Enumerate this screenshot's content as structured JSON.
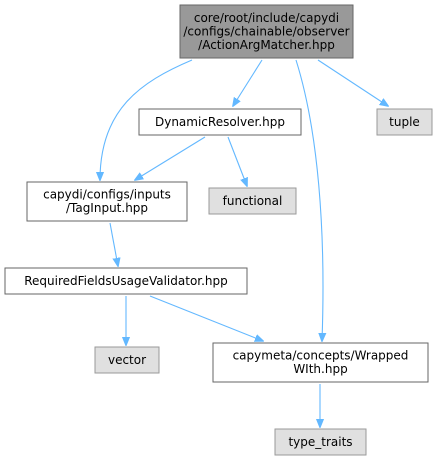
{
  "graph": {
    "nodes": [
      {
        "id": "action",
        "lines": [
          "core/root/include/capydi",
          "/configs/chainable/observer",
          "/ActionArgMatcher.hpp"
        ],
        "style": "root"
      },
      {
        "id": "dynamic",
        "lines": [
          "DynamicResolver.hpp"
        ],
        "style": "file"
      },
      {
        "id": "tuple",
        "lines": [
          "tuple"
        ],
        "style": "std"
      },
      {
        "id": "taginput",
        "lines": [
          "capydi/configs/inputs",
          "/TagInput.hpp"
        ],
        "style": "file"
      },
      {
        "id": "functional",
        "lines": [
          "functional"
        ],
        "style": "std"
      },
      {
        "id": "required",
        "lines": [
          "RequiredFieldsUsageValidator.hpp"
        ],
        "style": "file"
      },
      {
        "id": "vector",
        "lines": [
          "vector"
        ],
        "style": "std"
      },
      {
        "id": "wrapped",
        "lines": [
          "capymeta/concepts/Wrapped",
          "WIth.hpp"
        ],
        "style": "file"
      },
      {
        "id": "typetraits",
        "lines": [
          "type_traits"
        ],
        "style": "std"
      }
    ],
    "edges": [
      {
        "from": "action",
        "to": "dynamic"
      },
      {
        "from": "action",
        "to": "tuple"
      },
      {
        "from": "action",
        "to": "taginput"
      },
      {
        "from": "action",
        "to": "wrapped"
      },
      {
        "from": "dynamic",
        "to": "taginput"
      },
      {
        "from": "dynamic",
        "to": "functional"
      },
      {
        "from": "taginput",
        "to": "required"
      },
      {
        "from": "required",
        "to": "vector"
      },
      {
        "from": "required",
        "to": "wrapped"
      },
      {
        "from": "wrapped",
        "to": "typetraits"
      }
    ],
    "colors": {
      "edge": "#63b8ff",
      "root_fill": "#999999",
      "file_fill": "#ffffff",
      "std_fill": "#e0e0e0",
      "border_dark": "#666666",
      "border_std": "#999999"
    }
  }
}
